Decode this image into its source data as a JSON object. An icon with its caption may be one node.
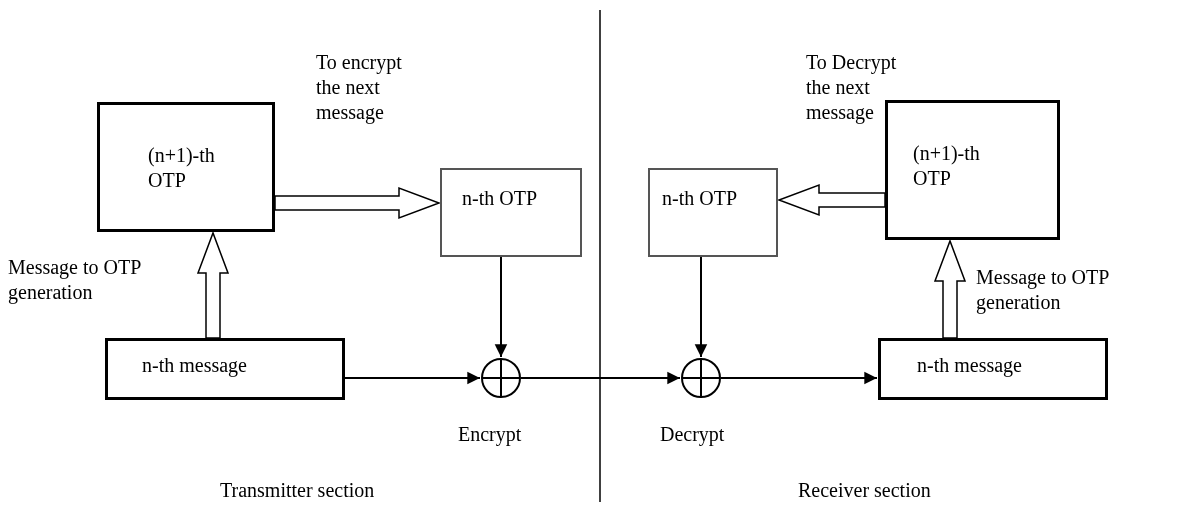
{
  "diagram": {
    "nodes": [
      {
        "text": [
          "(n+1)-th OTP"
        ]
      },
      {
        "text": [
          "n-th OTP"
        ]
      },
      {
        "text": [
          "n-th message"
        ]
      },
      {
        "text": [],
        "shape": "circle",
        "beside": [
          "Encrypt"
        ]
      },
      {
        "text": [],
        "shape": "circle",
        "beside": [
          "Decrypt"
        ]
      },
      {
        "text": [
          "n-th OTP"
        ]
      },
      {
        "text": [
          "(n+1)-th OTP"
        ]
      },
      {
        "text": [
          "n-th message"
        ]
      }
    ],
    "edges": [
      {
        "from": 2,
        "to": 0,
        "arrow": "to",
        "label": "Message to OTP generation",
        "style": "thick"
      },
      {
        "from": 0,
        "to": 1,
        "arrow": "to",
        "label": "To encrypt the next message",
        "style": "thick"
      },
      {
        "from": 1,
        "to": 3,
        "arrow": "to"
      },
      {
        "from": 2,
        "to": 3,
        "arrow": "to"
      },
      {
        "from": 3,
        "to": 4,
        "arrow": "to"
      },
      {
        "from": 5,
        "to": 4,
        "arrow": "to"
      },
      {
        "from": 4,
        "to": 7,
        "arrow": "to"
      },
      {
        "from": 7,
        "to": 6,
        "arrow": "to",
        "label": "Message to OTP generation",
        "style": "thick"
      },
      {
        "from": 6,
        "to": 5,
        "arrow": "to",
        "label": "To Decrypt the next message",
        "style": "thick"
      }
    ],
    "labels": [
      "Transmitter section",
      "Receiver section"
    ]
  }
}
